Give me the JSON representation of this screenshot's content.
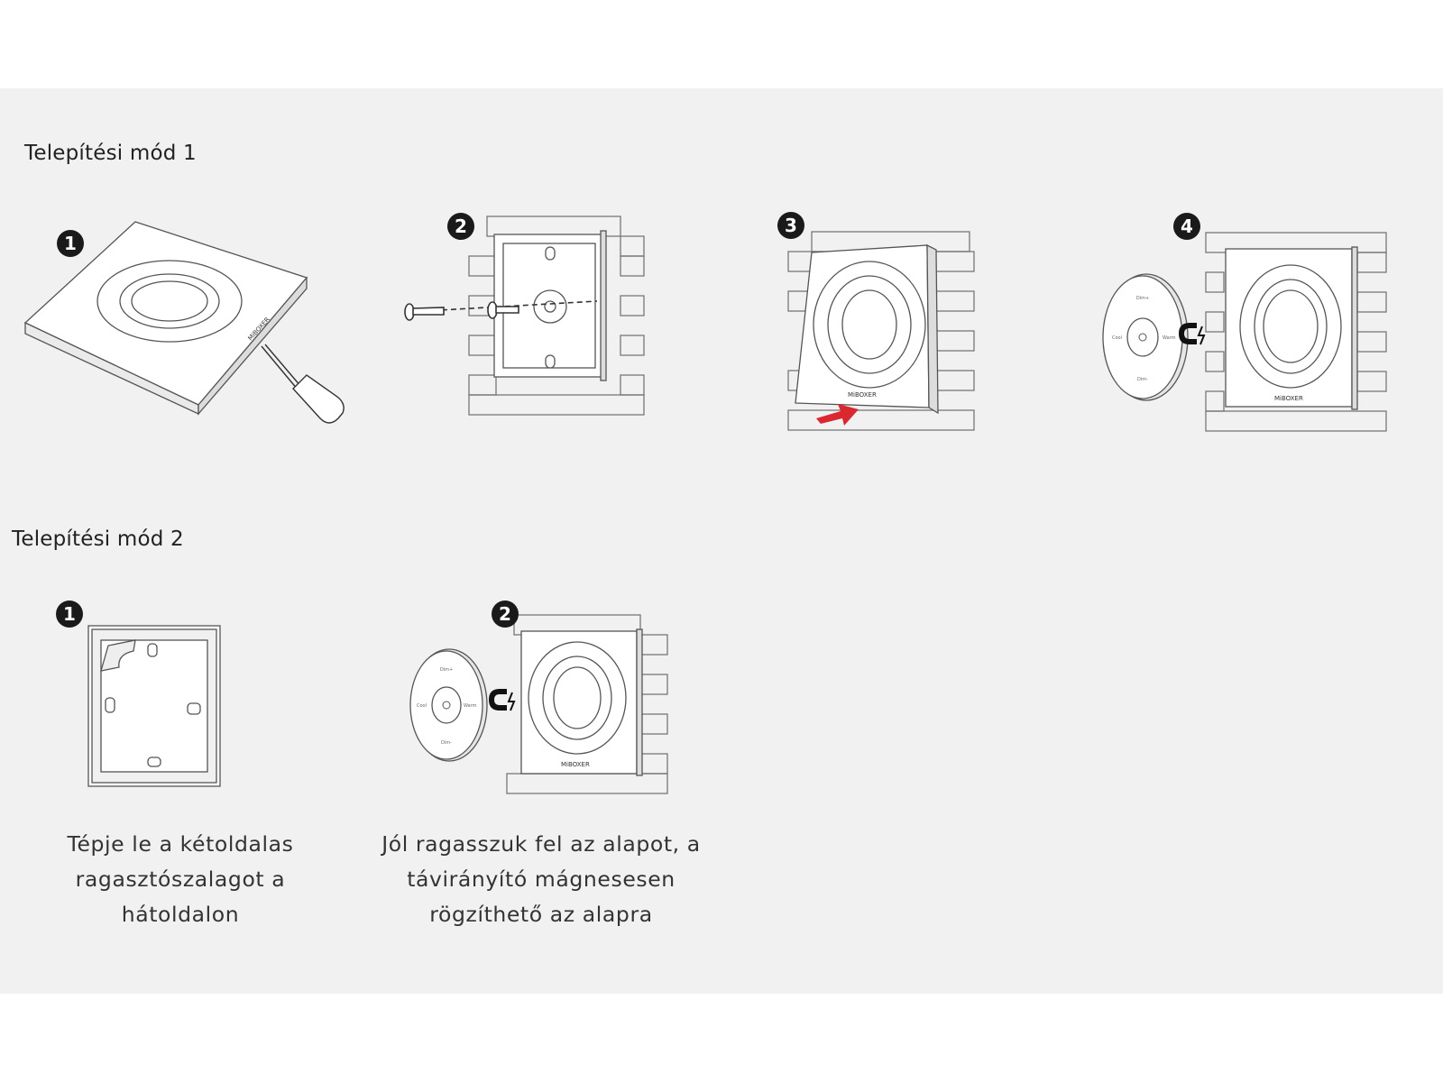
{
  "sections": [
    {
      "title": "Telepítési mód 1",
      "steps": [
        {
          "number": "1",
          "icon": "panel-screwdriver-illustration"
        },
        {
          "number": "2",
          "icon": "base-screw-wall-illustration"
        },
        {
          "number": "3",
          "icon": "panel-press-wall-illustration"
        },
        {
          "number": "4",
          "icon": "remote-magnet-attach-illustration"
        }
      ]
    },
    {
      "title": "Telepítési mód 2",
      "steps": [
        {
          "number": "1",
          "icon": "adhesive-tape-base-illustration",
          "caption": [
            "Tépje le a kétoldalas",
            "ragasztószalagot a",
            "hátoldalon"
          ]
        },
        {
          "number": "2",
          "icon": "remote-magnet-attach-illustration",
          "caption": [
            "Jól ragasszuk fel az alapot, a",
            "távirányító mágnesesen",
            "rögzíthető az alapra"
          ]
        }
      ]
    }
  ],
  "device": {
    "logo": "MiBOXER",
    "remote_labels": {
      "top": "Dim+",
      "bottom": "Dim-",
      "left": "Cool",
      "right": "Warm"
    }
  },
  "colors": {
    "panel_bg": "#f1f1f1",
    "badge": "#1a1a1a",
    "arrow": "#d9282f",
    "line": "#555555"
  }
}
